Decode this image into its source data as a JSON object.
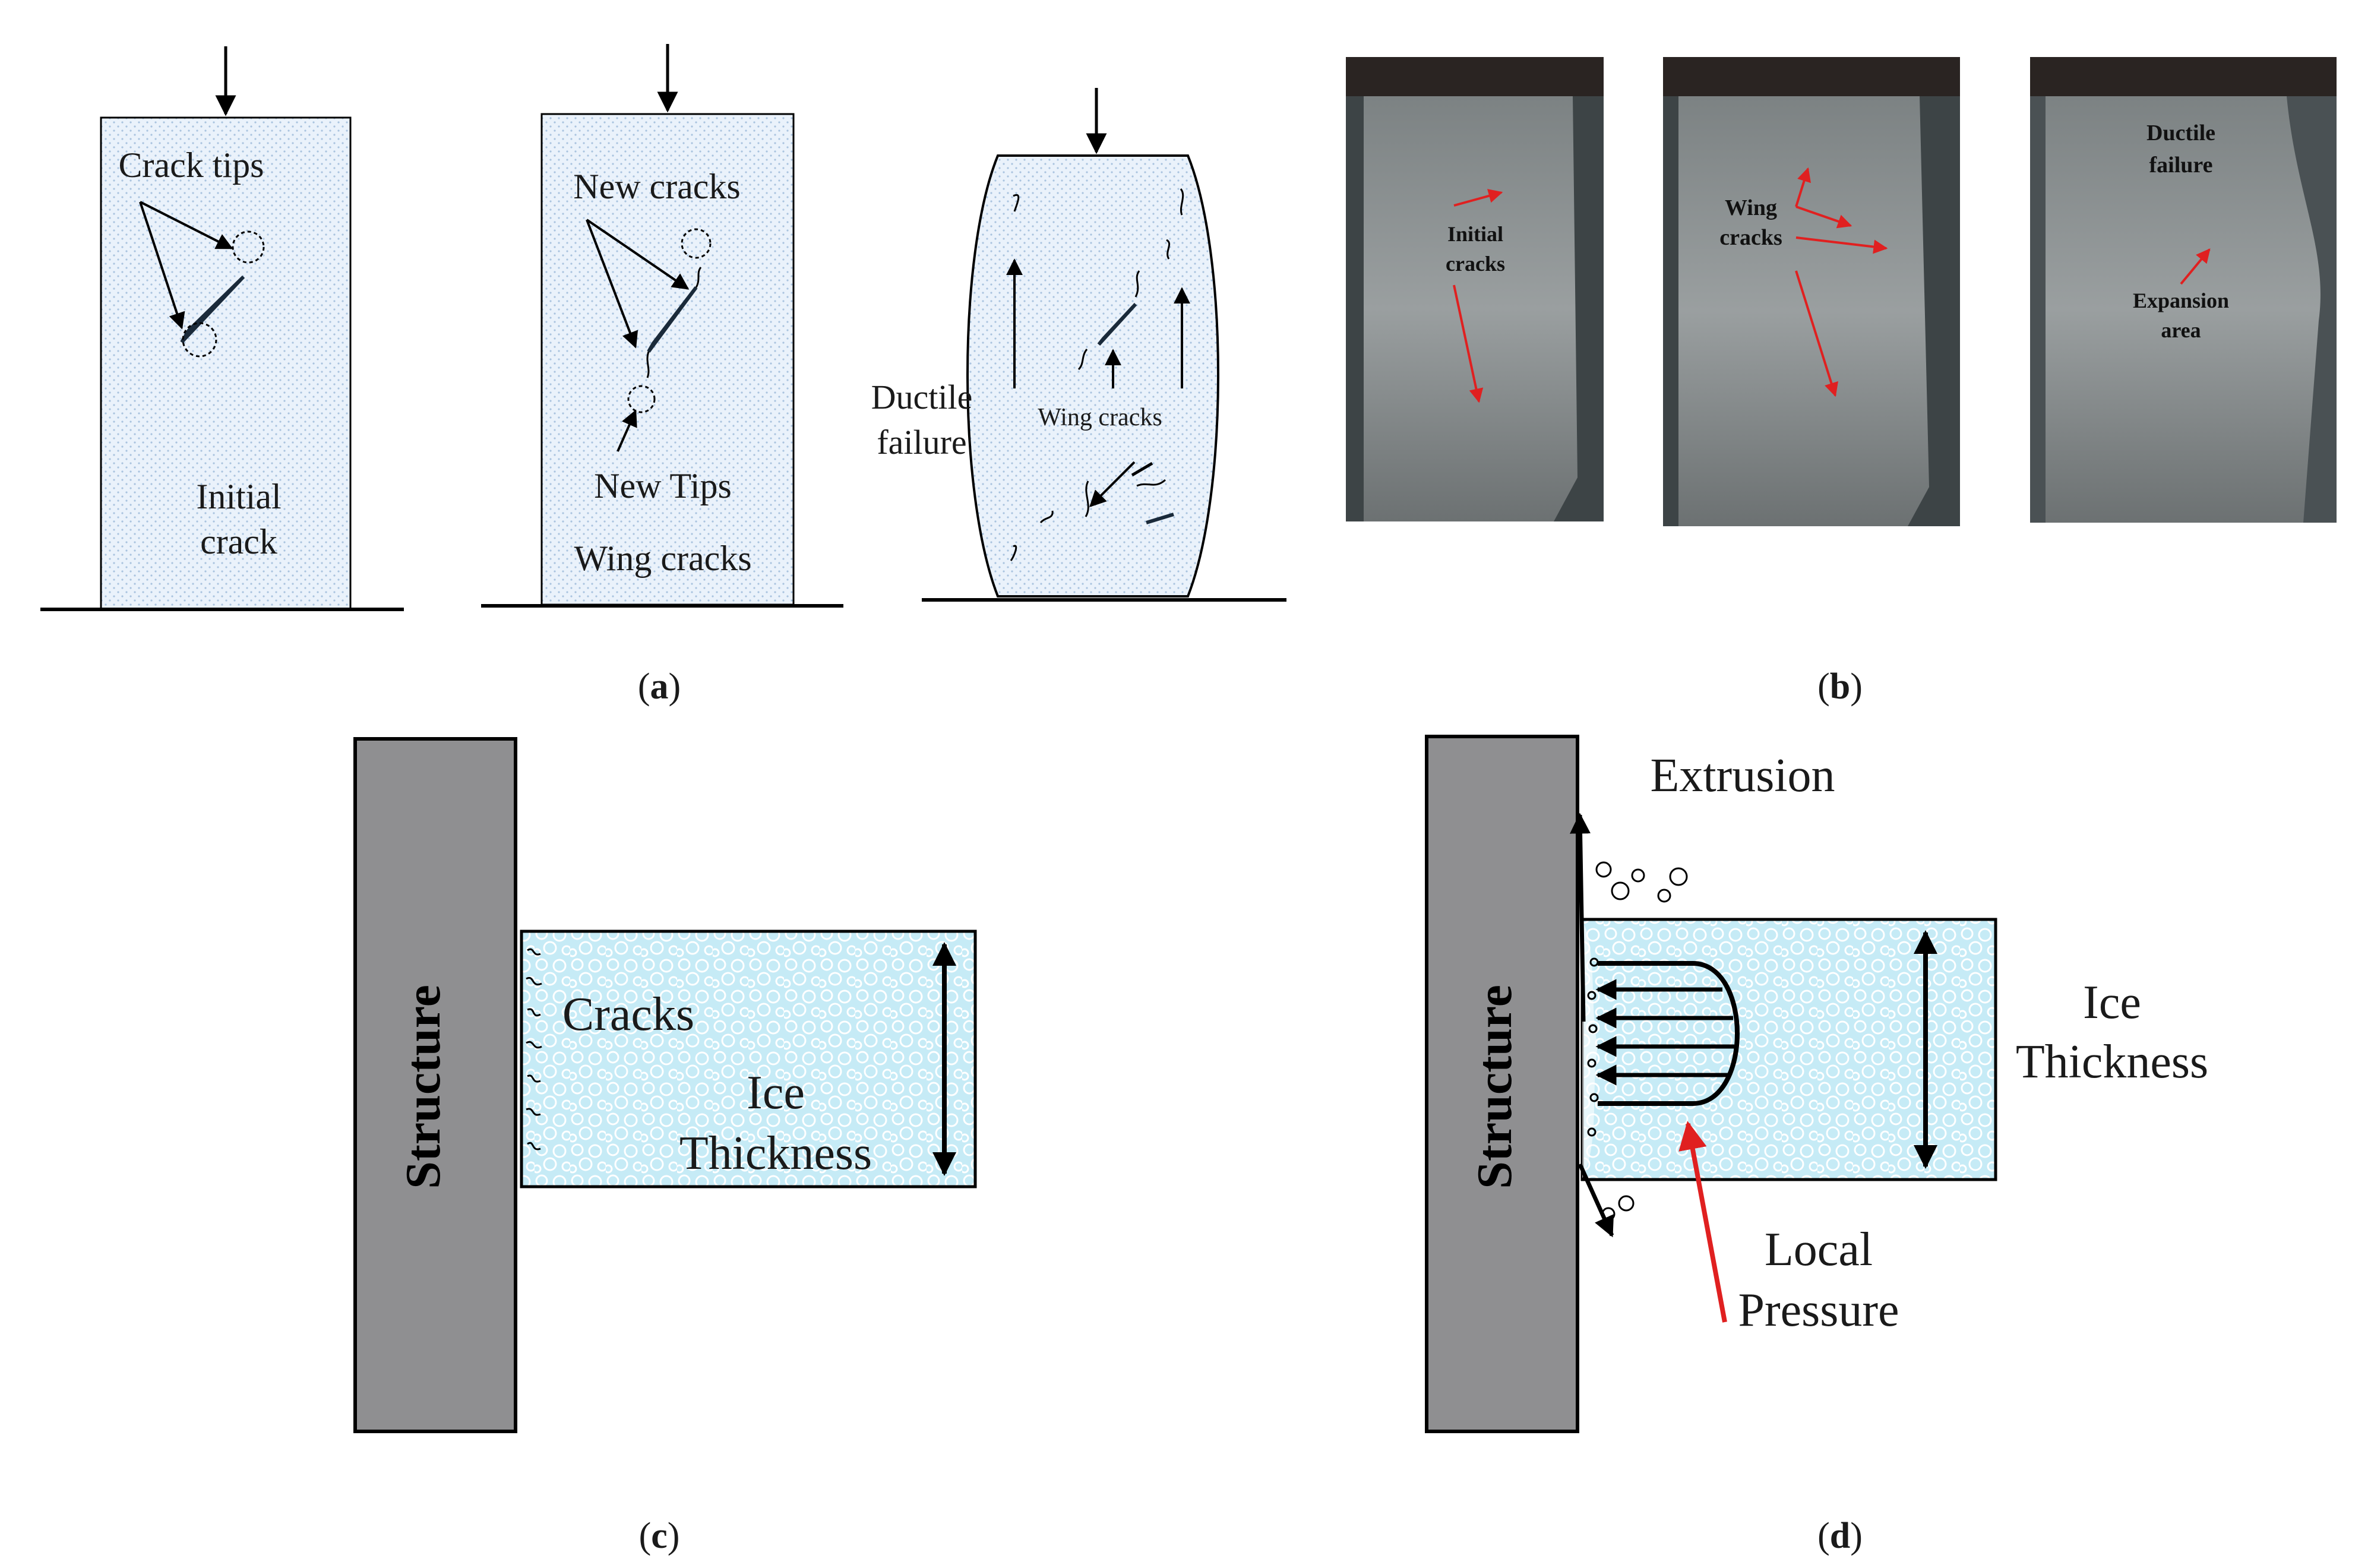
{
  "panel_a": {
    "label_paren_open": "(",
    "label_letter": "a",
    "label_paren_close": ")",
    "block1": {
      "crack_tips": "Crack tips",
      "initial": "Initial",
      "crack": "crack"
    },
    "block2": {
      "new_cracks": "New cracks",
      "new_tips": "New Tips",
      "wing_cracks": "Wing cracks"
    },
    "block3": {
      "ductile": "Ductile",
      "failure": "failure",
      "wing_cracks": "Wing cracks"
    }
  },
  "panel_b": {
    "label_letter": "b",
    "photo1": {
      "initial": "Initial",
      "cracks": "cracks"
    },
    "photo2": {
      "wing": "Wing",
      "cracks": "cracks"
    },
    "photo3": {
      "ductile": "Ductile",
      "failure": "failure",
      "expansion": "Expansion",
      "area": "area"
    }
  },
  "panel_c": {
    "label_letter": "c",
    "structure": "Structure",
    "cracks": "Cracks",
    "ice": "Ice",
    "thickness": "Thickness"
  },
  "panel_d": {
    "label_letter": "d",
    "structure": "Structure",
    "extrusion": "Extrusion",
    "ice": "Ice",
    "thickness": "Thickness",
    "local": "Local",
    "pressure": "Pressure"
  },
  "colors": {
    "ice_fill": "#c9ecf7",
    "ice_block": "#eef4fb",
    "structure": "#8f8f91",
    "red_arrow": "#e02020",
    "photo_bg": "#3d4446"
  }
}
